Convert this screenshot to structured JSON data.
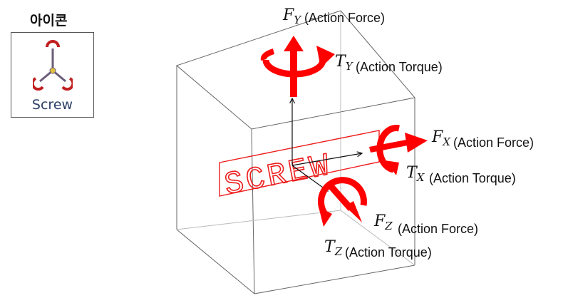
{
  "icon_panel": {
    "title": "아이콘",
    "label": "Screw"
  },
  "screw_text": "SCREW",
  "labels": {
    "fy": {
      "symbol": "F",
      "subscript": "Y",
      "desc": "(Action Force)"
    },
    "ty": {
      "symbol": "T",
      "subscript": "Y",
      "desc": "(Action Torque)"
    },
    "fx": {
      "symbol": "F",
      "subscript": "X",
      "desc": "(Action Force)"
    },
    "tx": {
      "symbol": "T",
      "subscript": "X",
      "desc": "(Action Torque)"
    },
    "fz": {
      "symbol": "F",
      "subscript": "Z",
      "desc": "(Action Force)"
    },
    "tz": {
      "symbol": "T",
      "subscript": "Z",
      "desc": "(Action Torque)"
    }
  },
  "colors": {
    "arrow_red": "#ff0000",
    "edge_gray": "#666666",
    "icon_label": "#2b3f66"
  }
}
